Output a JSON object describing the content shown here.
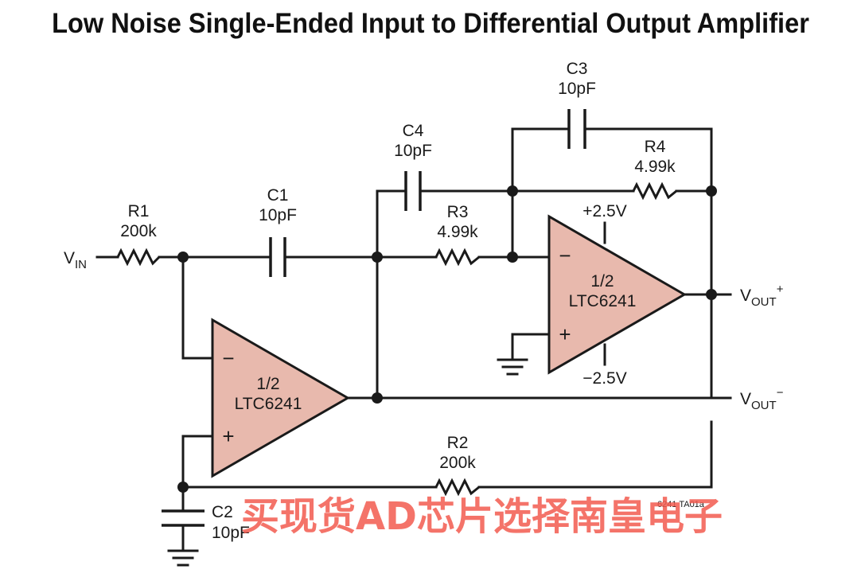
{
  "title": "Low Noise Single-Ended Input to Differential Output Amplifier",
  "components": {
    "r1": {
      "name": "R1",
      "value": "200k"
    },
    "r2": {
      "name": "R2",
      "value": "200k"
    },
    "r3": {
      "name": "R3",
      "value": "4.99k"
    },
    "r4": {
      "name": "R4",
      "value": "4.99k"
    },
    "c1": {
      "name": "C1",
      "value": "10pF"
    },
    "c2": {
      "name": "C2",
      "value": "10pF"
    },
    "c3": {
      "name": "C3",
      "value": "10pF"
    },
    "c4": {
      "name": "C4",
      "value": "10pF"
    }
  },
  "amplifiers": {
    "top": {
      "fraction": "1/2",
      "part": "LTC6241",
      "minus": "−",
      "plus": "+"
    },
    "bottom": {
      "fraction": "1/2",
      "part": "LTC6241",
      "minus": "−",
      "plus": "+"
    }
  },
  "supplies": {
    "positive": "+2.5V",
    "negative": "−2.5V"
  },
  "ports": {
    "vin": {
      "main": "V",
      "sub": "IN"
    },
    "vout_pos": {
      "main": "V",
      "sub": "OUT",
      "sup": "+"
    },
    "vout_neg": {
      "main": "V",
      "sub": "OUT",
      "sup": "−"
    }
  },
  "figure_code": "6241 TA01a",
  "watermark": "买现货AD芯片选择南皇电子"
}
